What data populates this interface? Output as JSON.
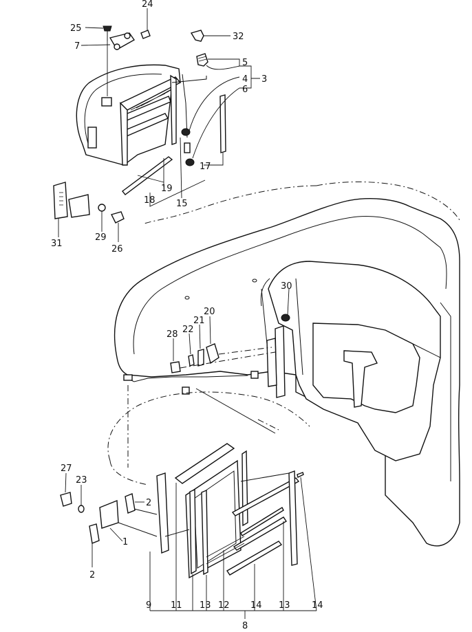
{
  "callouts": [
    {
      "id": "c1",
      "text": "1"
    },
    {
      "id": "c2a",
      "text": "2"
    },
    {
      "id": "c2b",
      "text": "2"
    },
    {
      "id": "c3",
      "text": "3"
    },
    {
      "id": "c4",
      "text": "4"
    },
    {
      "id": "c5",
      "text": "5"
    },
    {
      "id": "c6",
      "text": "6"
    },
    {
      "id": "c7",
      "text": "7"
    },
    {
      "id": "c8",
      "text": "8"
    },
    {
      "id": "c9",
      "text": "9"
    },
    {
      "id": "c11",
      "text": "11"
    },
    {
      "id": "c12",
      "text": "12"
    },
    {
      "id": "c13a",
      "text": "13"
    },
    {
      "id": "c13b",
      "text": "13"
    },
    {
      "id": "c14a",
      "text": "14"
    },
    {
      "id": "c14b",
      "text": "14"
    },
    {
      "id": "c15",
      "text": "15"
    },
    {
      "id": "c17",
      "text": "17"
    },
    {
      "id": "c18",
      "text": "18"
    },
    {
      "id": "c19",
      "text": "19"
    },
    {
      "id": "c20",
      "text": "20"
    },
    {
      "id": "c21",
      "text": "21"
    },
    {
      "id": "c22",
      "text": "22"
    },
    {
      "id": "c23",
      "text": "23"
    },
    {
      "id": "c24",
      "text": "24"
    },
    {
      "id": "c25",
      "text": "25"
    },
    {
      "id": "c26",
      "text": "26"
    },
    {
      "id": "c27",
      "text": "27"
    },
    {
      "id": "c28",
      "text": "28"
    },
    {
      "id": "c29",
      "text": "29"
    },
    {
      "id": "c30",
      "text": "30"
    },
    {
      "id": "c31",
      "text": "31"
    },
    {
      "id": "c32",
      "text": "32"
    }
  ]
}
